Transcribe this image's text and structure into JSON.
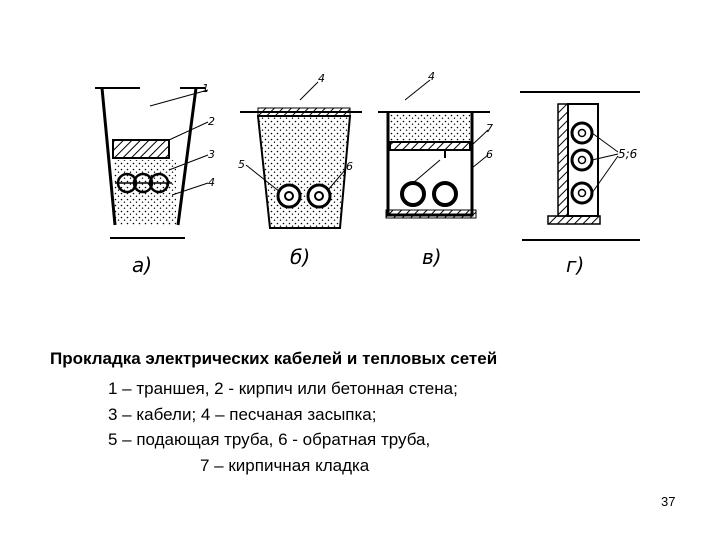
{
  "figure": {
    "labels": {
      "n1": "1",
      "n2": "2",
      "n3": "3",
      "n4": "4",
      "n5": "5",
      "n6": "6",
      "n7": "7",
      "n56": "5;6"
    },
    "panels": {
      "a": "а)",
      "b": "б)",
      "v": "в)",
      "g": "г)"
    }
  },
  "caption": {
    "title": "Прокладка электрических кабелей и тепловых сетей",
    "line1": "1 – траншея, 2 - кирпич или бетонная стена;",
    "line2": "3 – кабели;   4 – песчаная засыпка;",
    "line3": "5 – подающая труба, 6 - обратная труба,",
    "line4": "7 – кирпичная кладка"
  },
  "page_number": "37"
}
